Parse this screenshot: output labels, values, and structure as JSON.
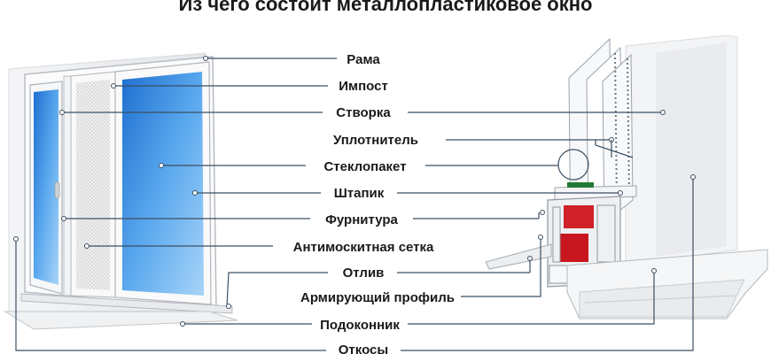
{
  "title": "Из чего состоит металлопластиковое окно",
  "labels": [
    "Рама",
    "Импост",
    "Створка",
    "Уплотнитель",
    "Стеклопакет",
    "Штапик",
    "Фурнитура",
    "Антимоскитная сетка",
    "Отлив",
    "Армирующий профиль",
    "Подоконник",
    "Откосы"
  ],
  "colors": {
    "glass": "#3f8fe0",
    "reinforcement": "#d0202a",
    "seal": "#1f7a35",
    "leader": "#3b4f63"
  }
}
